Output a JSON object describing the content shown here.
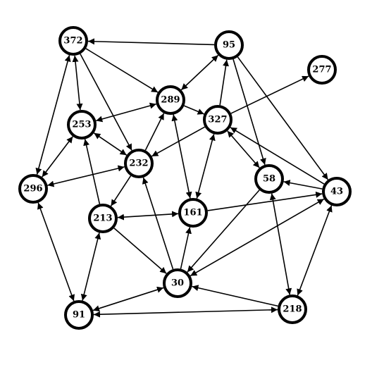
{
  "nodes": [
    {
      "id": "372",
      "label": "372"
    },
    {
      "id": "95",
      "label": "95"
    },
    {
      "id": "277",
      "label": "277"
    },
    {
      "id": "289",
      "label": "289"
    },
    {
      "id": "327",
      "label": "327"
    },
    {
      "id": "253",
      "label": "253"
    },
    {
      "id": "232",
      "label": "232"
    },
    {
      "id": "296",
      "label": "296"
    },
    {
      "id": "58",
      "label": "58"
    },
    {
      "id": "43",
      "label": "43"
    },
    {
      "id": "213",
      "label": "213"
    },
    {
      "id": "161",
      "label": "161"
    },
    {
      "id": "30",
      "label": "30"
    },
    {
      "id": "91",
      "label": "91"
    },
    {
      "id": "218",
      "label": "218"
    }
  ],
  "edges": [
    {
      "from": "95",
      "to": "372",
      "arrow": "end"
    },
    {
      "from": "372",
      "to": "289",
      "arrow": "end"
    },
    {
      "from": "372",
      "to": "253",
      "arrow": "both"
    },
    {
      "from": "372",
      "to": "232",
      "arrow": "end"
    },
    {
      "from": "372",
      "to": "296",
      "arrow": "both"
    },
    {
      "from": "95",
      "to": "289",
      "arrow": "both"
    },
    {
      "from": "95",
      "to": "58",
      "arrow": "end"
    },
    {
      "from": "95",
      "to": "43",
      "arrow": "end"
    },
    {
      "from": "327",
      "to": "95",
      "arrow": "end"
    },
    {
      "from": "327",
      "to": "277",
      "arrow": "end"
    },
    {
      "from": "289",
      "to": "327",
      "arrow": "end"
    },
    {
      "from": "289",
      "to": "253",
      "arrow": "both"
    },
    {
      "from": "289",
      "to": "161",
      "arrow": "both"
    },
    {
      "from": "232",
      "to": "289",
      "arrow": "end"
    },
    {
      "from": "327",
      "to": "232",
      "arrow": "end"
    },
    {
      "from": "327",
      "to": "161",
      "arrow": "both"
    },
    {
      "from": "327",
      "to": "58",
      "arrow": "both"
    },
    {
      "from": "43",
      "to": "327",
      "arrow": "end"
    },
    {
      "from": "253",
      "to": "232",
      "arrow": "both"
    },
    {
      "from": "253",
      "to": "296",
      "arrow": "both"
    },
    {
      "from": "232",
      "to": "296",
      "arrow": "both"
    },
    {
      "from": "232",
      "to": "213",
      "arrow": "end"
    },
    {
      "from": "30",
      "to": "232",
      "arrow": "end"
    },
    {
      "from": "213",
      "to": "253",
      "arrow": "end"
    },
    {
      "from": "213",
      "to": "161",
      "arrow": "both"
    },
    {
      "from": "213",
      "to": "91",
      "arrow": "both"
    },
    {
      "from": "213",
      "to": "30",
      "arrow": "end"
    },
    {
      "from": "296",
      "to": "91",
      "arrow": "both"
    },
    {
      "from": "43",
      "to": "58",
      "arrow": "end"
    },
    {
      "from": "58",
      "to": "218",
      "arrow": "both"
    },
    {
      "from": "58",
      "to": "30",
      "arrow": "end"
    },
    {
      "from": "161",
      "to": "43",
      "arrow": "end"
    },
    {
      "from": "43",
      "to": "30",
      "arrow": "both"
    },
    {
      "from": "43",
      "to": "218",
      "arrow": "both"
    },
    {
      "from": "30",
      "to": "161",
      "arrow": "end"
    },
    {
      "from": "30",
      "to": "91",
      "arrow": "both"
    },
    {
      "from": "218",
      "to": "91",
      "arrow": "both"
    },
    {
      "from": "218",
      "to": "30",
      "arrow": "end"
    }
  ]
}
